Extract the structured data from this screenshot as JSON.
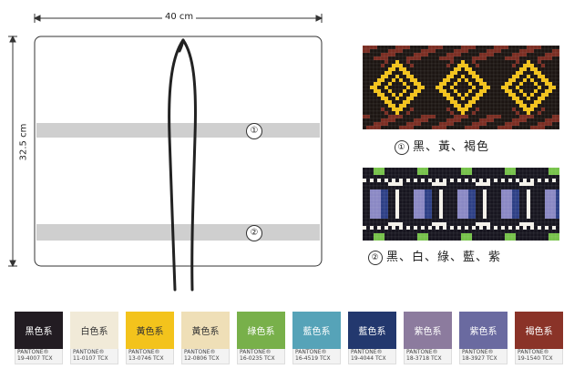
{
  "diagram": {
    "width_label": "40 cm",
    "height_label": "32.5 cm",
    "band_numbers": [
      "①",
      "②"
    ]
  },
  "patterns": [
    {
      "num": "①",
      "caption": "黑、黃、褐色",
      "colors": {
        "bg": "#1c1512",
        "accent": "#f2c21a",
        "secondary": "#7a2d22"
      }
    },
    {
      "num": "②",
      "caption": "黑、白、綠、藍、紫",
      "colors": {
        "bg": "#17151f",
        "white": "#f4f1ea",
        "green": "#76c24a",
        "blue": "#2d3f86",
        "purple": "#8a88c4"
      }
    }
  ],
  "swatches": [
    {
      "label": "黑色系",
      "brand": "PANTONE®",
      "code": "19-4007 TCX",
      "color": "#221c22",
      "text": "#ffffff"
    },
    {
      "label": "白色系",
      "brand": "PANTONE®",
      "code": "11-0107 TCX",
      "color": "#f1ead8",
      "text": "#333333"
    },
    {
      "label": "黃色系",
      "brand": "PANTONE®",
      "code": "13-0746 TCX",
      "color": "#f3c31c",
      "text": "#333333"
    },
    {
      "label": "黃色系",
      "brand": "PANTONE®",
      "code": "12-0806 TCX",
      "color": "#efdfb7",
      "text": "#333333"
    },
    {
      "label": "綠色系",
      "brand": "PANTONE®",
      "code": "16-0235 TCX",
      "color": "#78b04a",
      "text": "#ffffff"
    },
    {
      "label": "藍色系",
      "brand": "PANTONE®",
      "code": "16-4519 TCX",
      "color": "#56a3b8",
      "text": "#ffffff"
    },
    {
      "label": "藍色系",
      "brand": "PANTONE®",
      "code": "19-4044 TCX",
      "color": "#23386e",
      "text": "#ffffff"
    },
    {
      "label": "紫色系",
      "brand": "PANTONE®",
      "code": "18-3718 TCX",
      "color": "#8c7b9e",
      "text": "#ffffff"
    },
    {
      "label": "紫色系",
      "brand": "PANTONE®",
      "code": "18-3927 TCX",
      "color": "#6a6aa0",
      "text": "#ffffff"
    },
    {
      "label": "褐色系",
      "brand": "PANTONE®",
      "code": "19-1540 TCX",
      "color": "#8a3328",
      "text": "#ffffff"
    }
  ]
}
